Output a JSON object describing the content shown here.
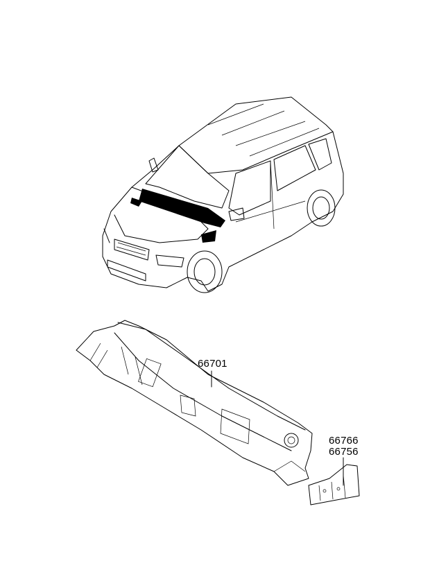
{
  "diagram": {
    "parts": [
      {
        "number": "66701"
      },
      {
        "number": "66766"
      },
      {
        "number": "66756"
      }
    ],
    "highlight_color": "#000000"
  }
}
